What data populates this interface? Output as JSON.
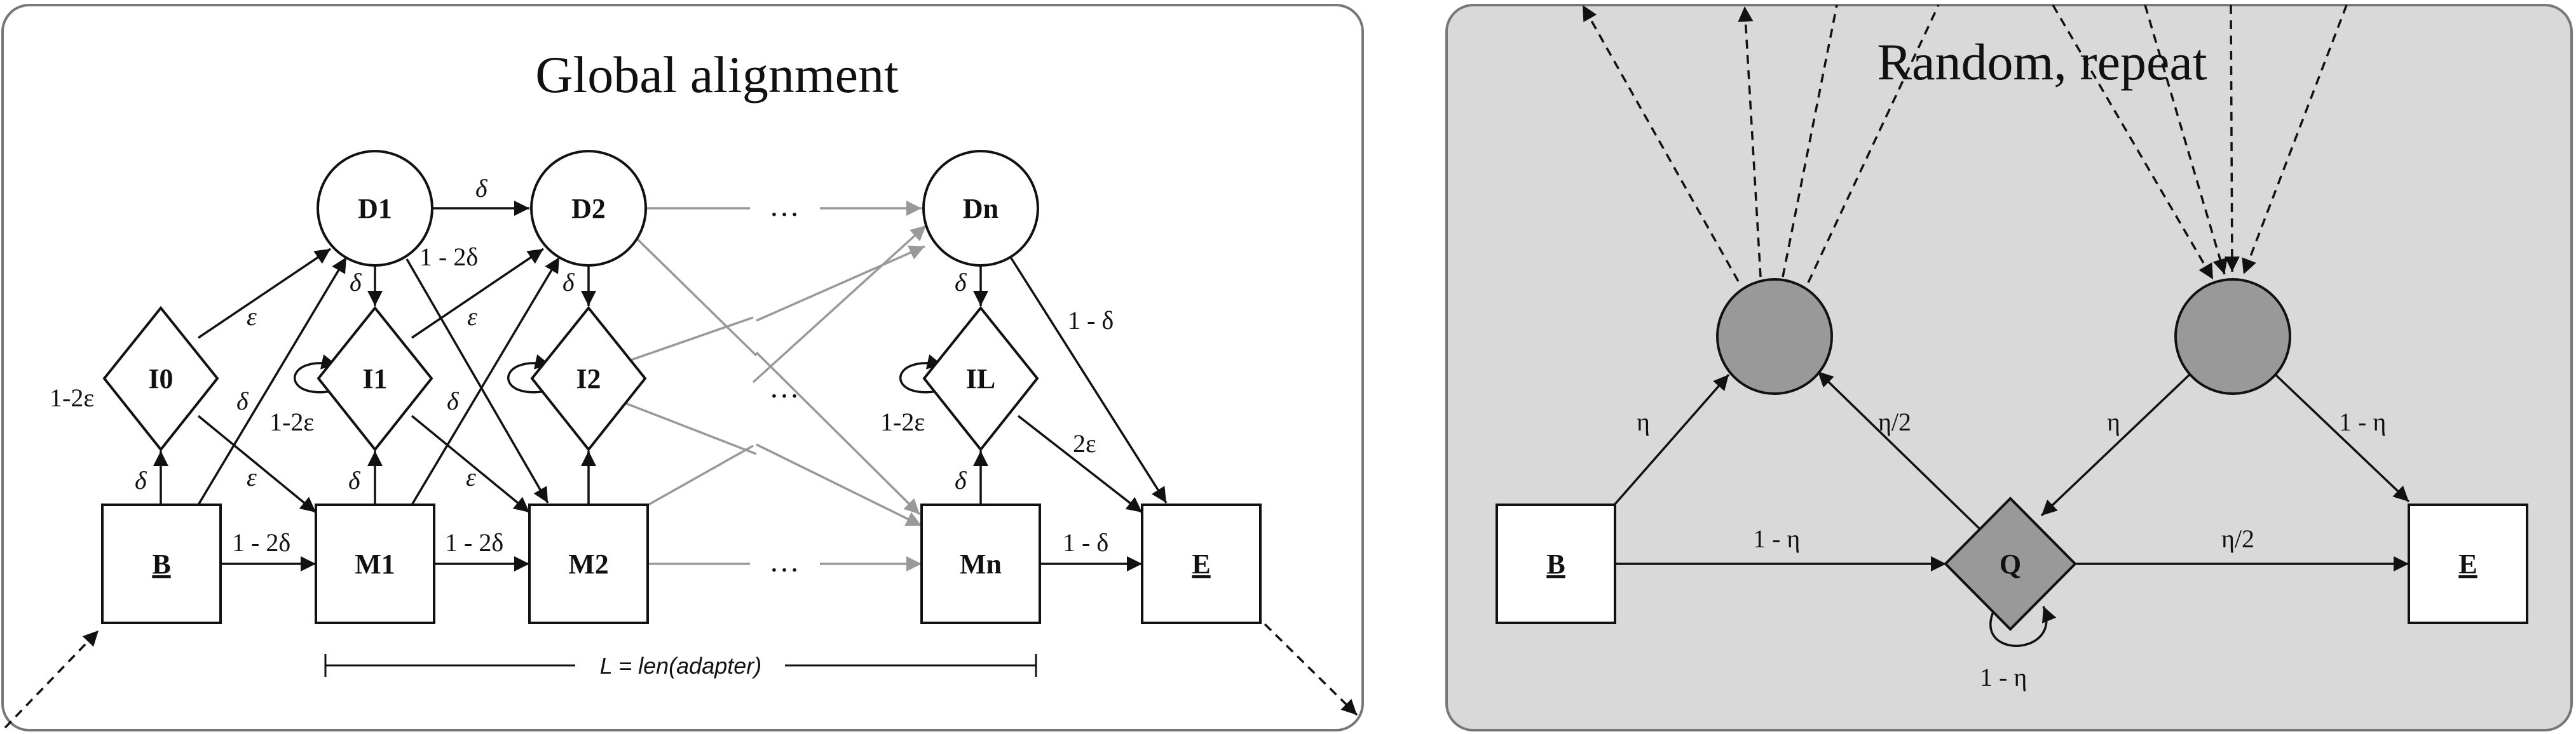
{
  "left_panel": {
    "title": "Global alignment",
    "nodes": {
      "B": "B",
      "E": "E",
      "M1": "M1",
      "M2": "M2",
      "Mn": "Mn",
      "D1": "D1",
      "D2": "D2",
      "Dn": "Dn",
      "I0": "I0",
      "I1": "I1",
      "I2": "I2",
      "IL": "IL"
    },
    "ellipsis": "…",
    "length_label": "L = len(adapter)",
    "edge_labels": {
      "delta": "δ",
      "epsilon": "ε",
      "one_minus_2delta": "1 - 2δ",
      "one_minus_2eps": "1-2ε",
      "one_minus_delta": "1 - δ",
      "two_eps": "2ε"
    }
  },
  "right_panel": {
    "title": "Random, repeat",
    "nodes": {
      "B": "B",
      "E": "E",
      "Q": "Q"
    },
    "edge_labels": {
      "eta": "η",
      "eta_half": "η/2",
      "one_minus_eta": "1 - η"
    }
  },
  "colors": {
    "right_panel_bg": "#d9d9d9",
    "gray_node": "#999999",
    "faded_edge": "#999999",
    "border": "#777777"
  }
}
